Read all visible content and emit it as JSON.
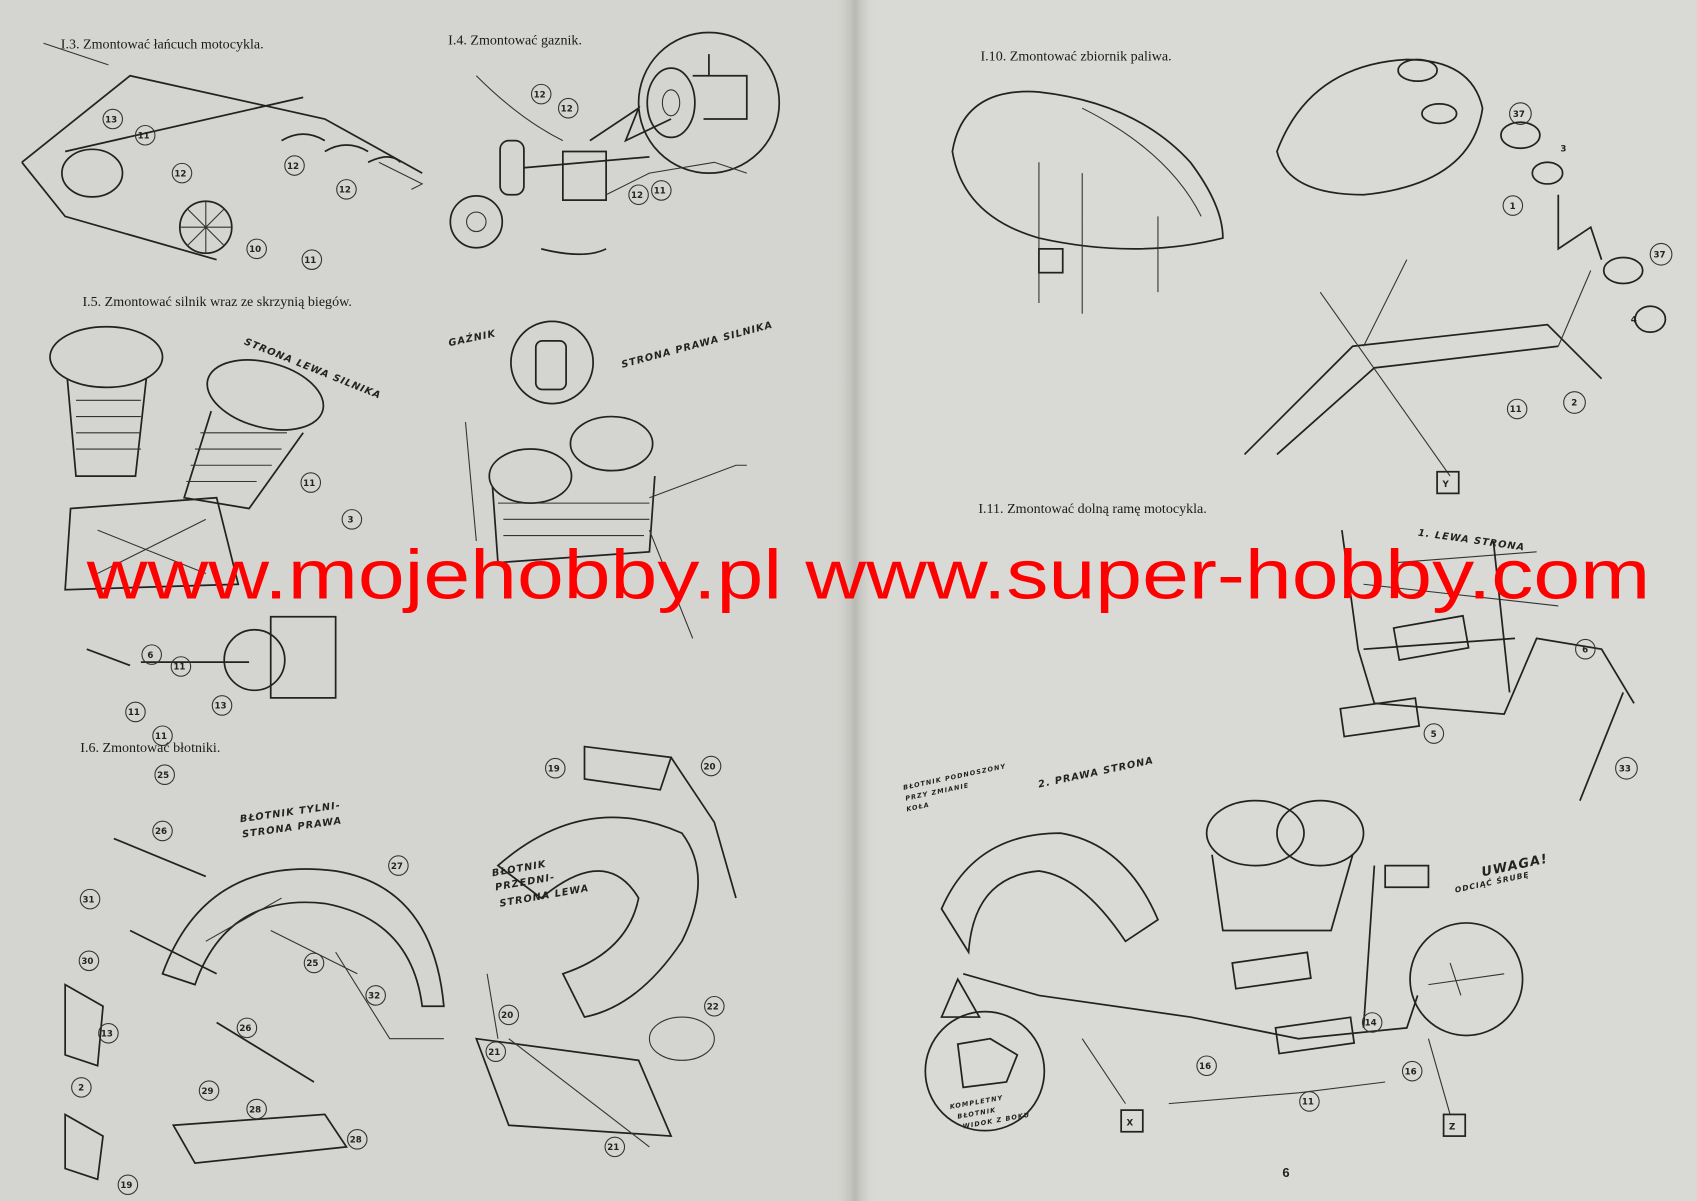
{
  "left_page": {
    "steps": [
      {
        "title": "I.3.  Zmontować łańcuch motocykla."
      },
      {
        "title": "I.4. Zmontować gaznik."
      },
      {
        "title": "I.5.  Zmontować silnik wraz ze skrzynią biegów."
      },
      {
        "title": "I.6.  Zmontować błotniki."
      }
    ],
    "labels": {
      "strona_lewa_silnika": "STRONA LEWA SILNIKA",
      "gaznik": "GAŹNIK",
      "strona_prawa_silnika": "STRONA PRAWA SILNIKA",
      "blotnik_tylni": "BŁOTNIK TYLNI-",
      "strona_prawa": "STRONA PRAWA",
      "blotnik_przedni": "BŁOTNIK",
      "przedni": "PRZEDNI-",
      "strona_lewa": "STRONA LEWA"
    },
    "parts": [
      "13",
      "11",
      "12",
      "12",
      "12",
      "12",
      "10",
      "11",
      "11",
      "12",
      "12",
      "11",
      "11",
      "11",
      "3",
      "6",
      "11",
      "13",
      "25",
      "26",
      "31",
      "30",
      "13",
      "2",
      "19",
      "27",
      "25",
      "26",
      "32",
      "29",
      "28",
      "28",
      "19",
      "20",
      "20",
      "21",
      "22",
      "21"
    ]
  },
  "right_page": {
    "steps": [
      {
        "title": "I.10. Zmontować zbiornik paliwa."
      },
      {
        "title": "I.11. Zmontować dolną ramę motocykla."
      }
    ],
    "labels": {
      "lewa_strona": "1. LEWA STRONA",
      "prawa_strona": "2. PRAWA STRONA",
      "blotnik_podnoszony": "BŁOTNIK PODNOSZONY",
      "przy_zmianie": "PRZY ZMIANIE",
      "kola": "KOŁA",
      "uwaga": "UWAGA!",
      "odciac_srube": "ODCIĄĆ ŚRUBĘ",
      "kompletny": "KOMPLETNY",
      "blotnik": "BŁOTNIK",
      "widok_z_boku": "WIDOK Z BOKU",
      "box_y": "Y",
      "box_x": "X",
      "box_z": "Z"
    },
    "parts": [
      "37",
      "3",
      "1",
      "37",
      "4",
      "11",
      "2",
      "6",
      "5",
      "33",
      "16",
      "11",
      "14",
      "16"
    ],
    "page_number": "6"
  },
  "watermark": "www.mojehobby.pl www.super-hobby.com",
  "colors": {
    "paper": "#d6d6d2",
    "ink": "#222222",
    "watermark": "#ff0000"
  }
}
